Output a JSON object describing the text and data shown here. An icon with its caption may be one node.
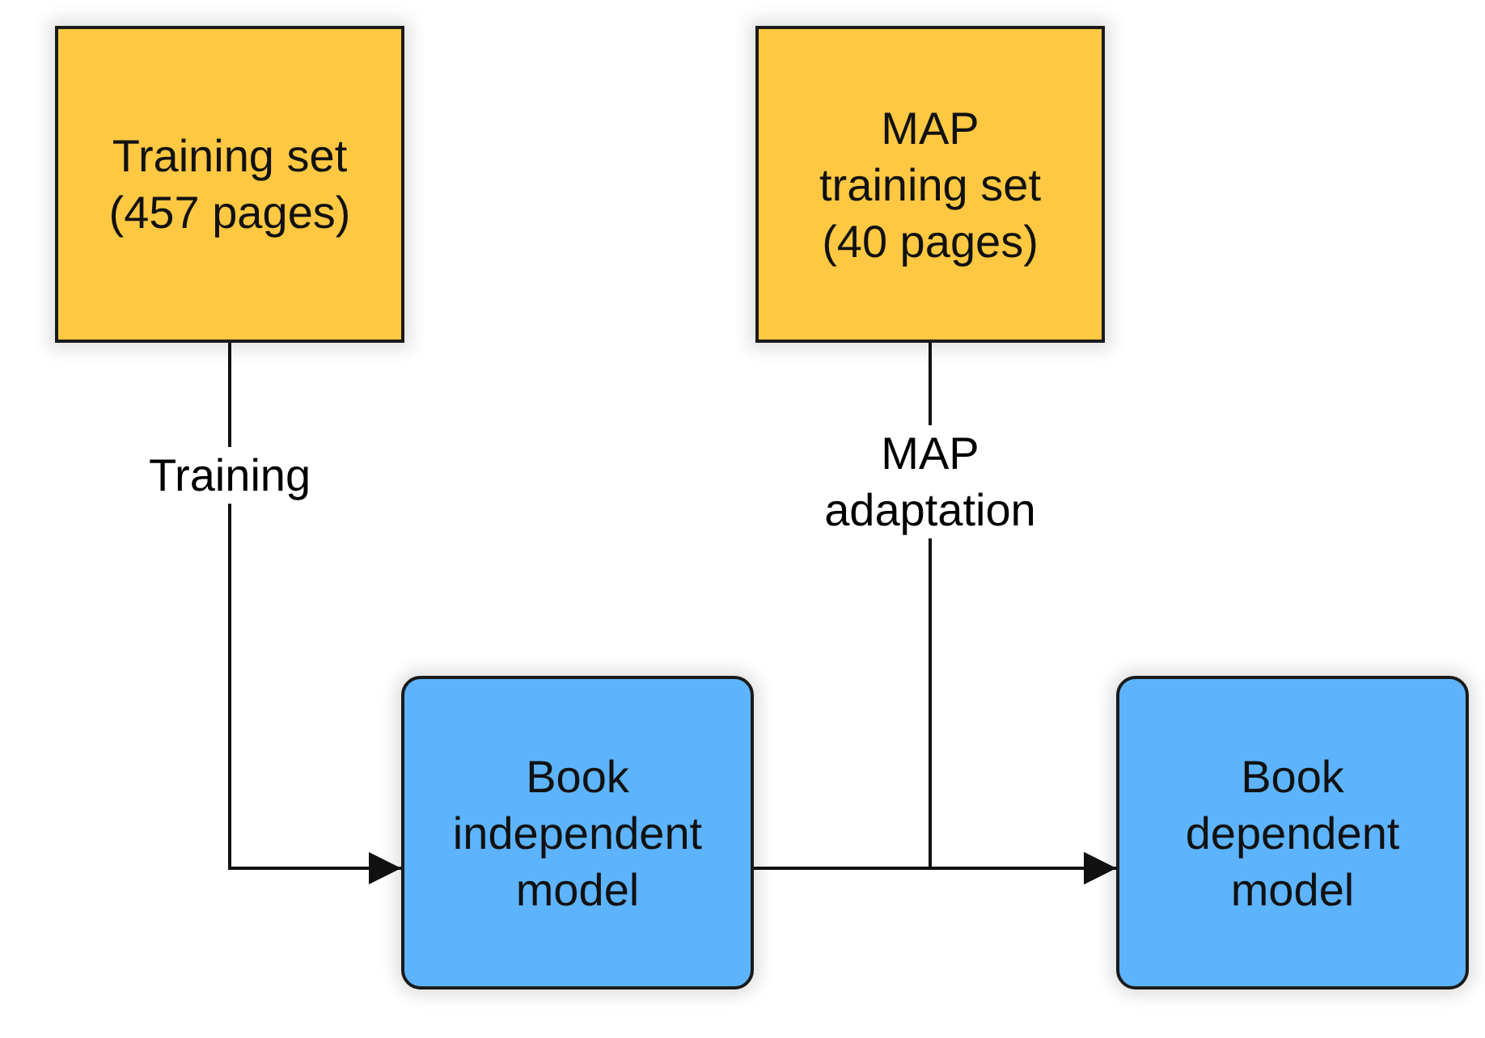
{
  "diagram": {
    "nodes": [
      {
        "text": [
          "Training set (457 pages)"
        ]
      },
      {
        "text": [
          "MAP training set (40 pages)"
        ]
      },
      {
        "text": [
          "Book independent model"
        ]
      },
      {
        "text": [
          "Book dependent model"
        ]
      }
    ],
    "edges": [
      {
        "from": 0,
        "to": 2,
        "arrow": "to",
        "label": "Training"
      },
      {
        "from": 1,
        "to": 3,
        "arrow": "to",
        "label": "MAP adaptation"
      },
      {
        "from": 2,
        "to": 3,
        "arrow": "to"
      }
    ]
  }
}
